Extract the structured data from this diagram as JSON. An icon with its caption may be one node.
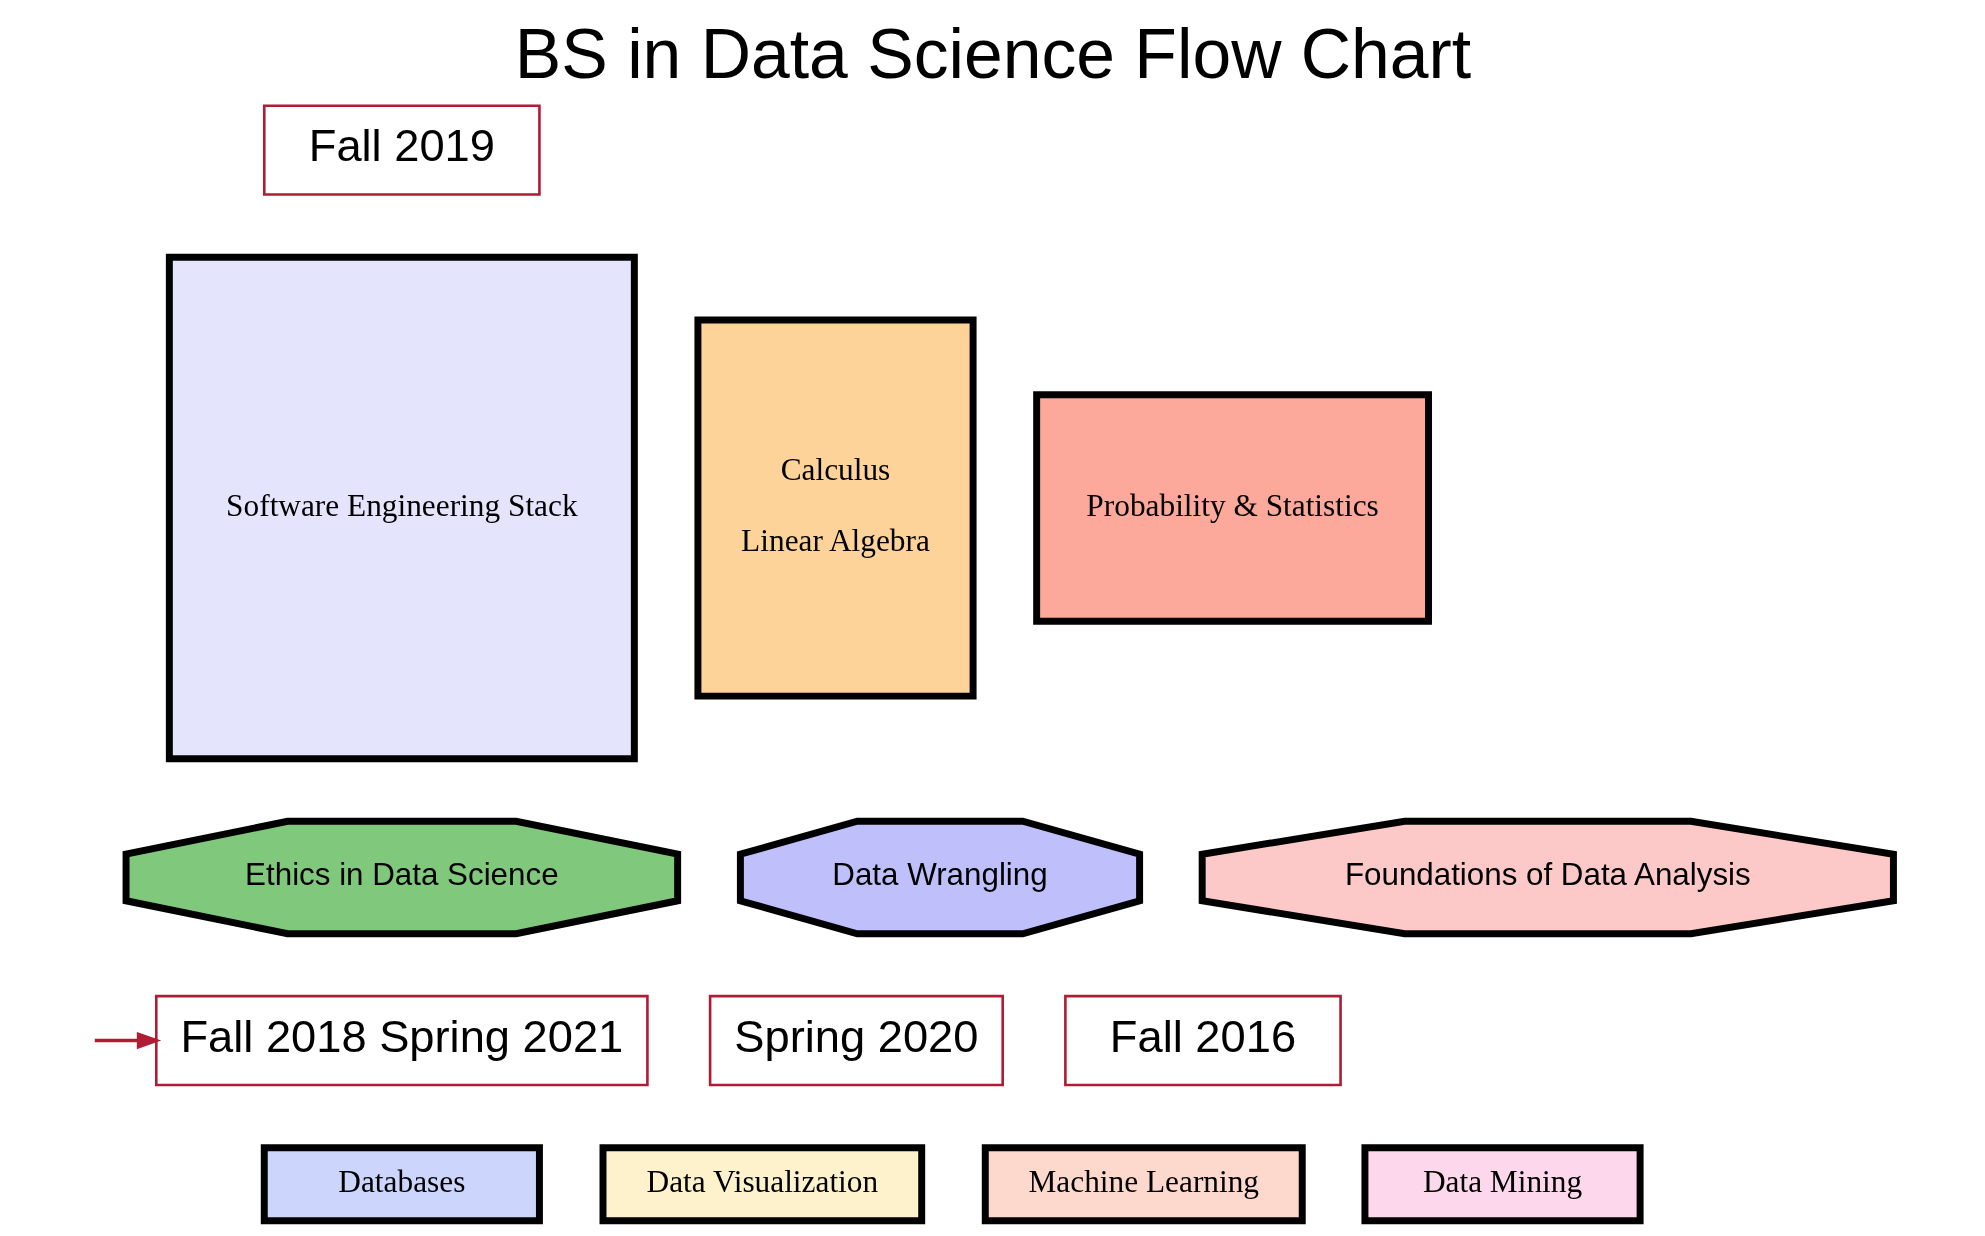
{
  "diagram": {
    "title": "BS in Data Science Flow Chart",
    "nodes": [
      {
        "text": [
          "Fall 2019"
        ]
      },
      {
        "text": [
          "Software Engineering Stack"
        ]
      },
      {
        "text": [
          "Calculus",
          "Linear Algebra"
        ]
      },
      {
        "text": [
          "Probability & Statistics"
        ]
      },
      {
        "text": [
          "Ethics in Data Science"
        ]
      },
      {
        "text": [
          "Data Wrangling"
        ]
      },
      {
        "text": [
          "Fall 2018 Spring 2021"
        ]
      },
      {
        "text": [
          "Spring 2020"
        ]
      },
      {
        "text": [
          "Foundations of Data Analysis"
        ]
      },
      {
        "text": [
          "Fall 2016"
        ]
      },
      {
        "text": [
          "Databases"
        ]
      },
      {
        "text": [
          "Data Visualization"
        ]
      },
      {
        "text": [
          "Machine Learning"
        ]
      },
      {
        "text": [
          "Data Mining"
        ]
      }
    ],
    "edges": [
      {
        "from": null,
        "to": 6,
        "arrow": "to",
        "color": "#b01c34"
      }
    ]
  }
}
